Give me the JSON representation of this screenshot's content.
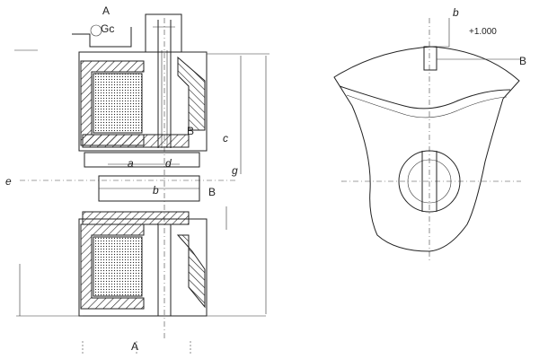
{
  "drawing": {
    "left_view": {
      "top_label": "A",
      "top_label_2": "Gc",
      "mid_label_1": "a",
      "mid_label_2": "d",
      "mid_label_3": "b",
      "right_label_1": "B",
      "right_label_2": "c",
      "right_label_3": "g",
      "right_label_4": "B",
      "left_label": "e",
      "bottom_label": "A"
    },
    "right_view": {
      "top_label": "b",
      "top_dim": "+1.000",
      "right_label": "B"
    }
  }
}
